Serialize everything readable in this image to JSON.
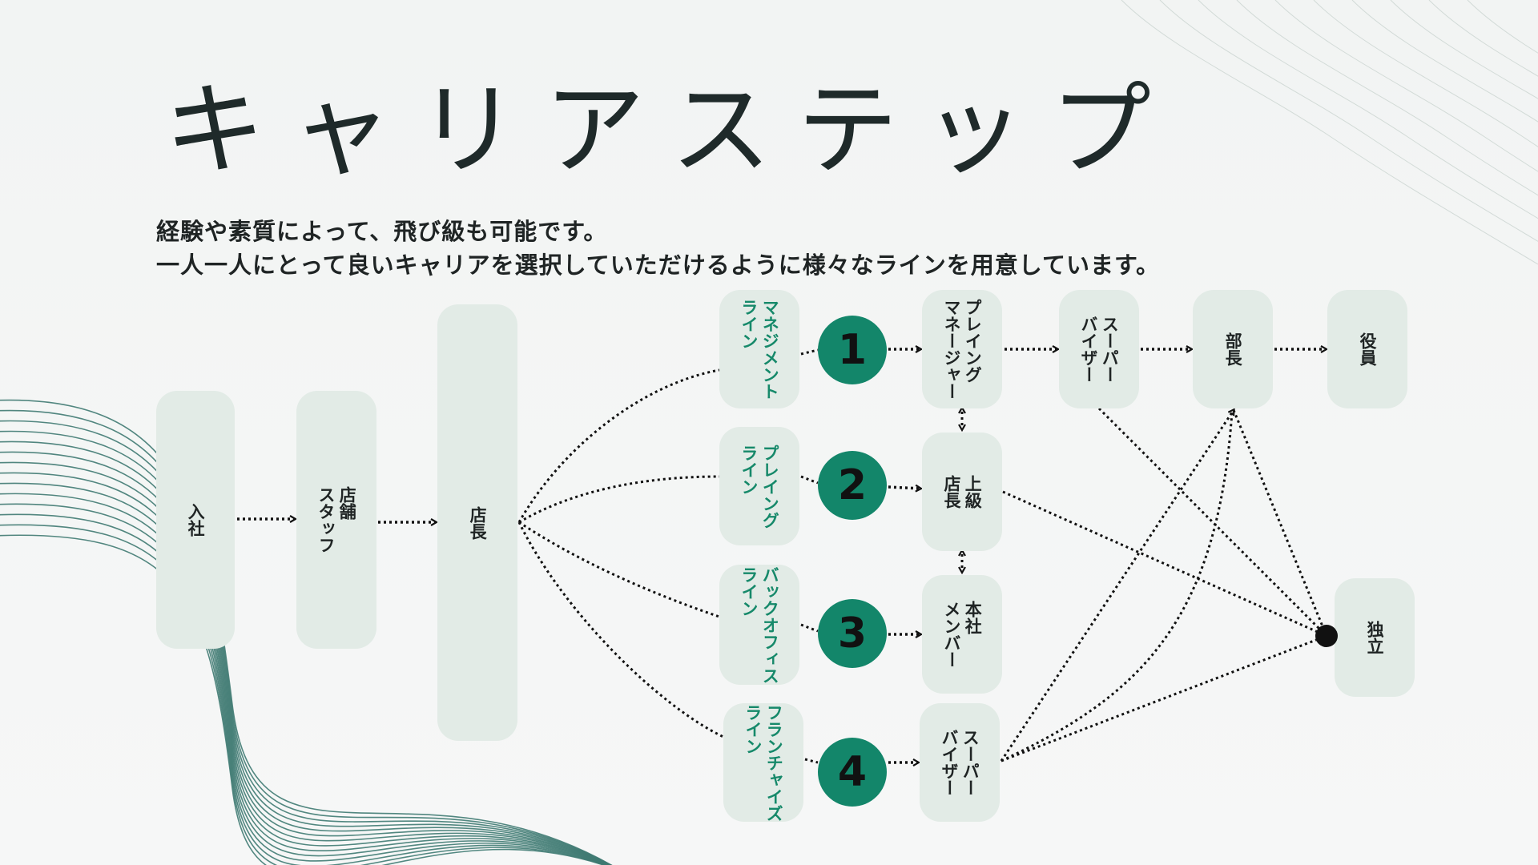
{
  "title": "キャリアステップ",
  "subtitle": {
    "line1": "経験や素質によって、飛び級も可能です。",
    "line2": "一人一人にとって良いキャリアを選択していただけるように様々なラインを用意しています。"
  },
  "nodes": {
    "join": "入社",
    "store_staff": "店舗\nスタッフ",
    "store_manager": "店長",
    "management_line": "マネジメント\nライン",
    "playing_line": "プレイング\nライン",
    "backoffice_line": "バックオフィス\nライン",
    "franchise_line": "フランチャイズ\nライン",
    "playing_manager": "プレイング\nマネージャー",
    "senior_store_manager": "上級\n店長",
    "hq_member": "本社\nメンバー",
    "supervisor_top": "スーパー\nバイザー",
    "supervisor_bottom": "スーパー\nバイザー",
    "dept_manager": "部長",
    "executive": "役員",
    "independent": "独立"
  },
  "numbers": [
    "1",
    "2",
    "3",
    "4"
  ],
  "colors": {
    "accent": "#13866a",
    "box": "#e2ebe6",
    "wave": "#3f7a72"
  }
}
